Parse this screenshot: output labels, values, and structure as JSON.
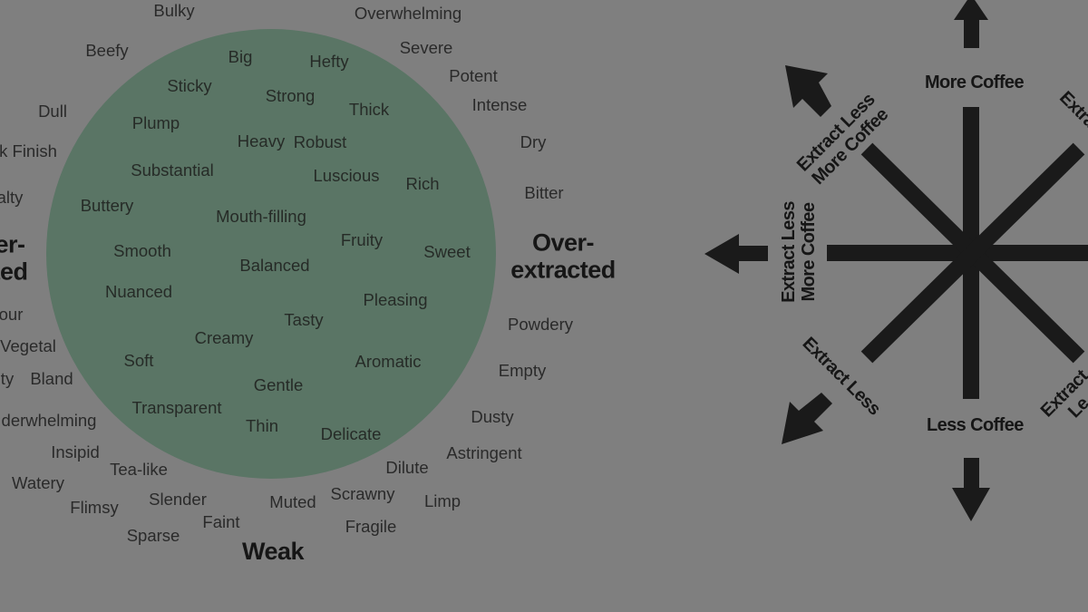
{
  "wheel": {
    "inner_words": [
      "Big",
      "Hefty",
      "Sticky",
      "Strong",
      "Thick",
      "Plump",
      "Heavy",
      "Robust",
      "Substantial",
      "Luscious",
      "Rich",
      "Buttery",
      "Mouth-filling",
      "Fruity",
      "Smooth",
      "Sweet",
      "Balanced",
      "Nuanced",
      "Pleasing",
      "Tasty",
      "Creamy",
      "Soft",
      "Aromatic",
      "Gentle",
      "Transparent",
      "Thin",
      "Delicate"
    ],
    "outer_words": [
      "Bulky",
      "Overwhelming",
      "Beefy",
      "Severe",
      "Potent",
      "Dull",
      "Intense",
      "k Finish",
      "Dry",
      "alty",
      "Bitter",
      "Powdery",
      "our",
      "Vegetal",
      "ty",
      "Bland",
      "Empty",
      "derwhelming",
      "Dusty",
      "Insipid",
      "Astringent",
      "Tea-like",
      "Dilute",
      "Watery",
      "Scrawny",
      "Limp",
      "Flimsy",
      "Slender",
      "Muted",
      "Faint",
      "Fragile",
      "Sparse"
    ],
    "category_labels": {
      "weak": "Weak",
      "over_extracted": [
        "Over-",
        "extracted"
      ],
      "under_extracted": [
        "er-",
        "ted"
      ]
    },
    "circle_color": "#5a7565",
    "background_color": "#7f7f7f"
  },
  "compass": {
    "labels": {
      "more_coffee": "More Coffee",
      "less_coffee": "Less Coffee",
      "extract_less_more_coffee": [
        "Extract Less",
        "More Coffee"
      ],
      "extract_less_more_coffee_left": [
        "Extract Less",
        "More Coffee"
      ],
      "extract_less": "Extract Less",
      "cut_top_right": "Extra",
      "cut_bottom_right": [
        "Extract",
        "Le"
      ]
    },
    "arrow_color": "#1a1a1a"
  }
}
